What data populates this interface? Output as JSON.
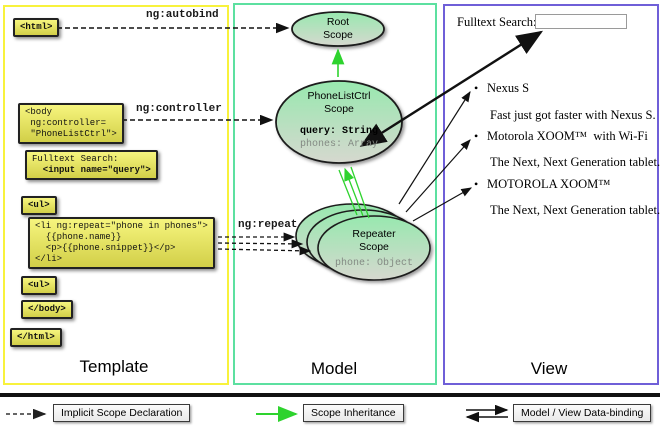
{
  "template_column": {
    "title": "Template",
    "boxes": {
      "html_open": "<html>",
      "body_open": "<body\n ng:controller=\n \"PhoneListCtrl\">",
      "fulltext_line1": "Fulltext Search:",
      "fulltext_line2": "  <input name=\"query\">",
      "ul_open_1": "<ul>",
      "li_repeat": "<li ng:repeat=\"phone in phones\">\n  {{phone.name}}\n  <p>{{phone.snippet}}</p>\n</li>",
      "ul_open_2": "<ul>",
      "body_close": "</body>",
      "html_close": "</html>"
    },
    "arrow_labels": {
      "autobind": "ng:autobind",
      "controller": "ng:controller",
      "repeat": "ng:repeat"
    }
  },
  "model_column": {
    "title": "Model",
    "root_scope": {
      "name": "Root\nScope"
    },
    "phonelist_scope": {
      "name": "PhoneListCtrl\nScope",
      "prop_query": "query: String",
      "prop_phones": "phones: Array"
    },
    "repeater_scope": {
      "name": "Repeater\nScope",
      "prop_phone": "phone: Object"
    }
  },
  "view_column": {
    "title": "View",
    "search_label": "Fulltext Search:",
    "search_value": "",
    "bullet_glyph": "•",
    "items": [
      {
        "title": "Nexus S",
        "snippet": "Fast just got faster with Nexus S."
      },
      {
        "title": "Motorola XOOM™  with Wi-Fi",
        "snippet": "The Next, Next Generation tablet."
      },
      {
        "title": "MOTOROLA XOOM™",
        "snippet": "The Next, Next Generation tablet."
      }
    ]
  },
  "legend": {
    "implicit_label": "Implicit Scope Declaration",
    "inheritance_label": "Scope Inheritance",
    "binding_label": "Model / View Data-binding"
  },
  "colors": {
    "template_border": "#f8f23c",
    "model_border": "#5ce0a0",
    "view_border": "#6f5fd8",
    "code_box_top": "#f6f57e",
    "code_box_bottom": "#d2cf48",
    "scope_fill_top": "#98e8af",
    "scope_fill_bottom": "#d6d8cf",
    "inheritance_green": "#2ed32e"
  }
}
